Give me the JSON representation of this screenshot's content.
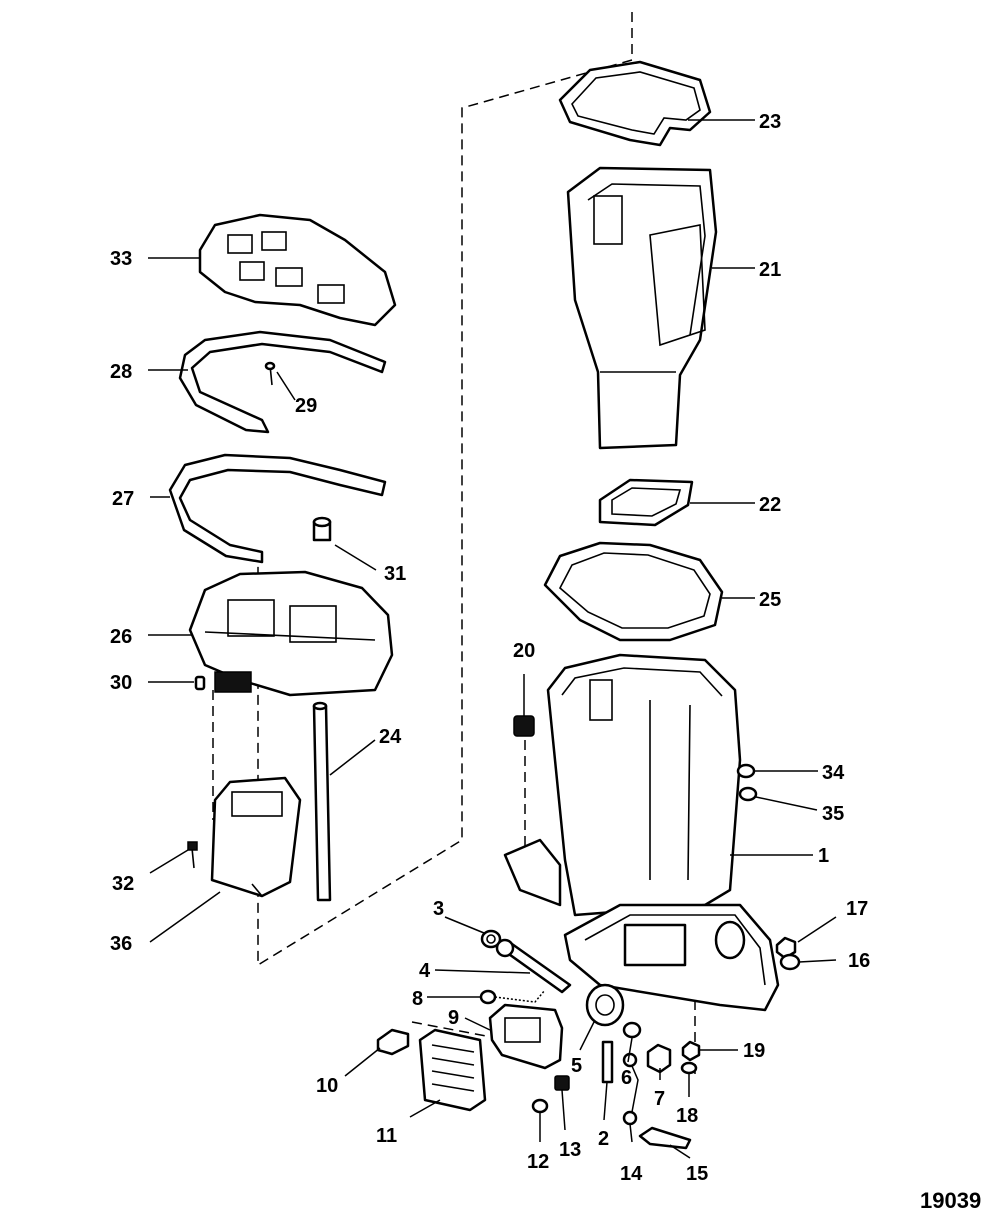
{
  "figure_id": "19039",
  "callouts": [
    {
      "id": "c1",
      "text": "1"
    },
    {
      "id": "c2",
      "text": "2"
    },
    {
      "id": "c3",
      "text": "3"
    },
    {
      "id": "c4",
      "text": "4"
    },
    {
      "id": "c5",
      "text": "5"
    },
    {
      "id": "c6",
      "text": "6"
    },
    {
      "id": "c7",
      "text": "7"
    },
    {
      "id": "c8",
      "text": "8"
    },
    {
      "id": "c9",
      "text": "9"
    },
    {
      "id": "c10",
      "text": "10"
    },
    {
      "id": "c11",
      "text": "11"
    },
    {
      "id": "c12",
      "text": "12"
    },
    {
      "id": "c13",
      "text": "13"
    },
    {
      "id": "c14",
      "text": "14"
    },
    {
      "id": "c15",
      "text": "15"
    },
    {
      "id": "c16",
      "text": "16"
    },
    {
      "id": "c17",
      "text": "17"
    },
    {
      "id": "c18",
      "text": "18"
    },
    {
      "id": "c19",
      "text": "19"
    },
    {
      "id": "c20",
      "text": "20"
    },
    {
      "id": "c21",
      "text": "21"
    },
    {
      "id": "c22",
      "text": "22"
    },
    {
      "id": "c23",
      "text": "23"
    },
    {
      "id": "c24",
      "text": "24"
    },
    {
      "id": "c25",
      "text": "25"
    },
    {
      "id": "c26",
      "text": "26"
    },
    {
      "id": "c27",
      "text": "27"
    },
    {
      "id": "c28",
      "text": "28"
    },
    {
      "id": "c29",
      "text": "29"
    },
    {
      "id": "c30",
      "text": "30"
    },
    {
      "id": "c31",
      "text": "31"
    },
    {
      "id": "c32",
      "text": "32"
    },
    {
      "id": "c33",
      "text": "33"
    },
    {
      "id": "c34",
      "text": "34"
    },
    {
      "id": "c35",
      "text": "35"
    },
    {
      "id": "c36",
      "text": "36"
    }
  ]
}
